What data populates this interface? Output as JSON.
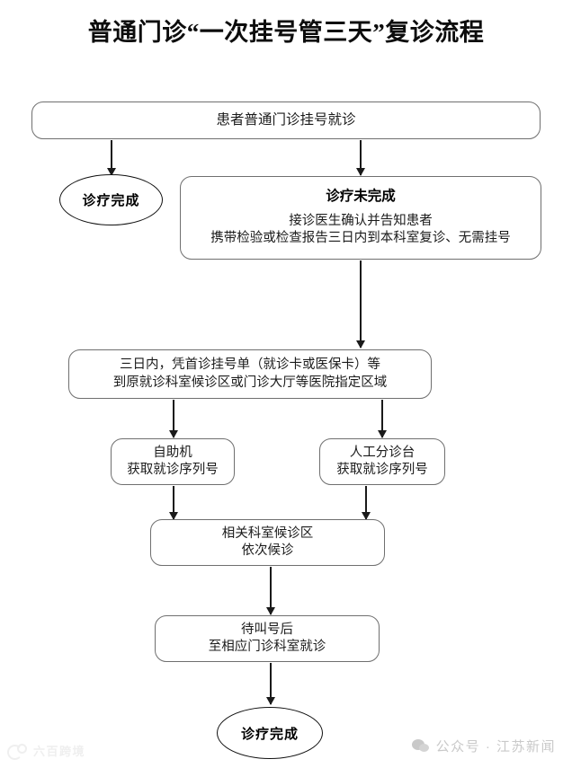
{
  "title": "普通门诊“一次挂号管三天”复诊流程",
  "chart_data": {
    "type": "diagram",
    "title": "普通门诊“一次挂号管三天”复诊流程",
    "nodes": [
      {
        "id": "start",
        "shape": "rounded-rect",
        "lines": [
          "患者普通门诊挂号就诊"
        ]
      },
      {
        "id": "done-left",
        "shape": "ellipse",
        "lines": [
          "诊疗完成"
        ]
      },
      {
        "id": "not-done",
        "shape": "rounded-rect",
        "heading": "诊疗未完成",
        "lines": [
          "接诊医生确认并告知患者",
          "携带检验或检查报告三日内到本科室复诊、无需挂号"
        ]
      },
      {
        "id": "within-three-days",
        "shape": "rounded-rect",
        "lines": [
          "三日内，凭首诊挂号单（就诊卡或医保卡）等",
          "到原就诊科室候诊区或门诊大厅等医院指定区域"
        ]
      },
      {
        "id": "self-service",
        "shape": "rounded-rect",
        "lines": [
          "自助机",
          "获取就诊序列号"
        ]
      },
      {
        "id": "manual-triage",
        "shape": "rounded-rect",
        "lines": [
          "人工分诊台",
          "获取就诊序列号"
        ]
      },
      {
        "id": "waiting-area",
        "shape": "rounded-rect",
        "lines": [
          "相关科室候诊区",
          "依次候诊"
        ]
      },
      {
        "id": "after-call",
        "shape": "rounded-rect",
        "lines": [
          "待叫号后",
          "至相应门诊科室就诊"
        ]
      },
      {
        "id": "done-bottom",
        "shape": "ellipse",
        "lines": [
          "诊疗完成"
        ]
      }
    ],
    "edges": [
      {
        "from": "start",
        "to": "done-left"
      },
      {
        "from": "start",
        "to": "not-done"
      },
      {
        "from": "not-done",
        "to": "within-three-days"
      },
      {
        "from": "within-three-days",
        "to": "self-service"
      },
      {
        "from": "within-three-days",
        "to": "manual-triage"
      },
      {
        "from": "self-service",
        "to": "waiting-area"
      },
      {
        "from": "manual-triage",
        "to": "waiting-area"
      },
      {
        "from": "waiting-area",
        "to": "after-call"
      },
      {
        "from": "after-call",
        "to": "done-bottom"
      }
    ]
  },
  "nodes": {
    "start": {
      "line1": "患者普通门诊挂号就诊"
    },
    "done_left": {
      "label": "诊疗完成"
    },
    "not_done": {
      "heading": "诊疗未完成",
      "line1": "接诊医生确认并告知患者",
      "line2": "携带检验或检查报告三日内到本科室复诊、无需挂号"
    },
    "within_three_days": {
      "line1": "三日内，凭首诊挂号单（就诊卡或医保卡）等",
      "line2": "到原就诊科室候诊区或门诊大厅等医院指定区域"
    },
    "self_service": {
      "line1": "自助机",
      "line2": "获取就诊序列号"
    },
    "manual_triage": {
      "line1": "人工分诊台",
      "line2": "获取就诊序列号"
    },
    "waiting_area": {
      "line1": "相关科室候诊区",
      "line2": "依次候诊"
    },
    "after_call": {
      "line1": "待叫号后",
      "line2": "至相应门诊科室就诊"
    },
    "done_bottom": {
      "label": "诊疗完成"
    }
  },
  "watermarks": {
    "left": {
      "text": "六百跨境"
    },
    "right": {
      "text": "公众号 · 江苏新闻",
      "icon": "wechat-icon"
    }
  },
  "colors": {
    "box_border": "#6f6f6f",
    "ellipse_border": "#111111",
    "arrow": "#1a1a1a",
    "text": "#1b1b1b",
    "watermark_right": "#c9c9c9"
  }
}
